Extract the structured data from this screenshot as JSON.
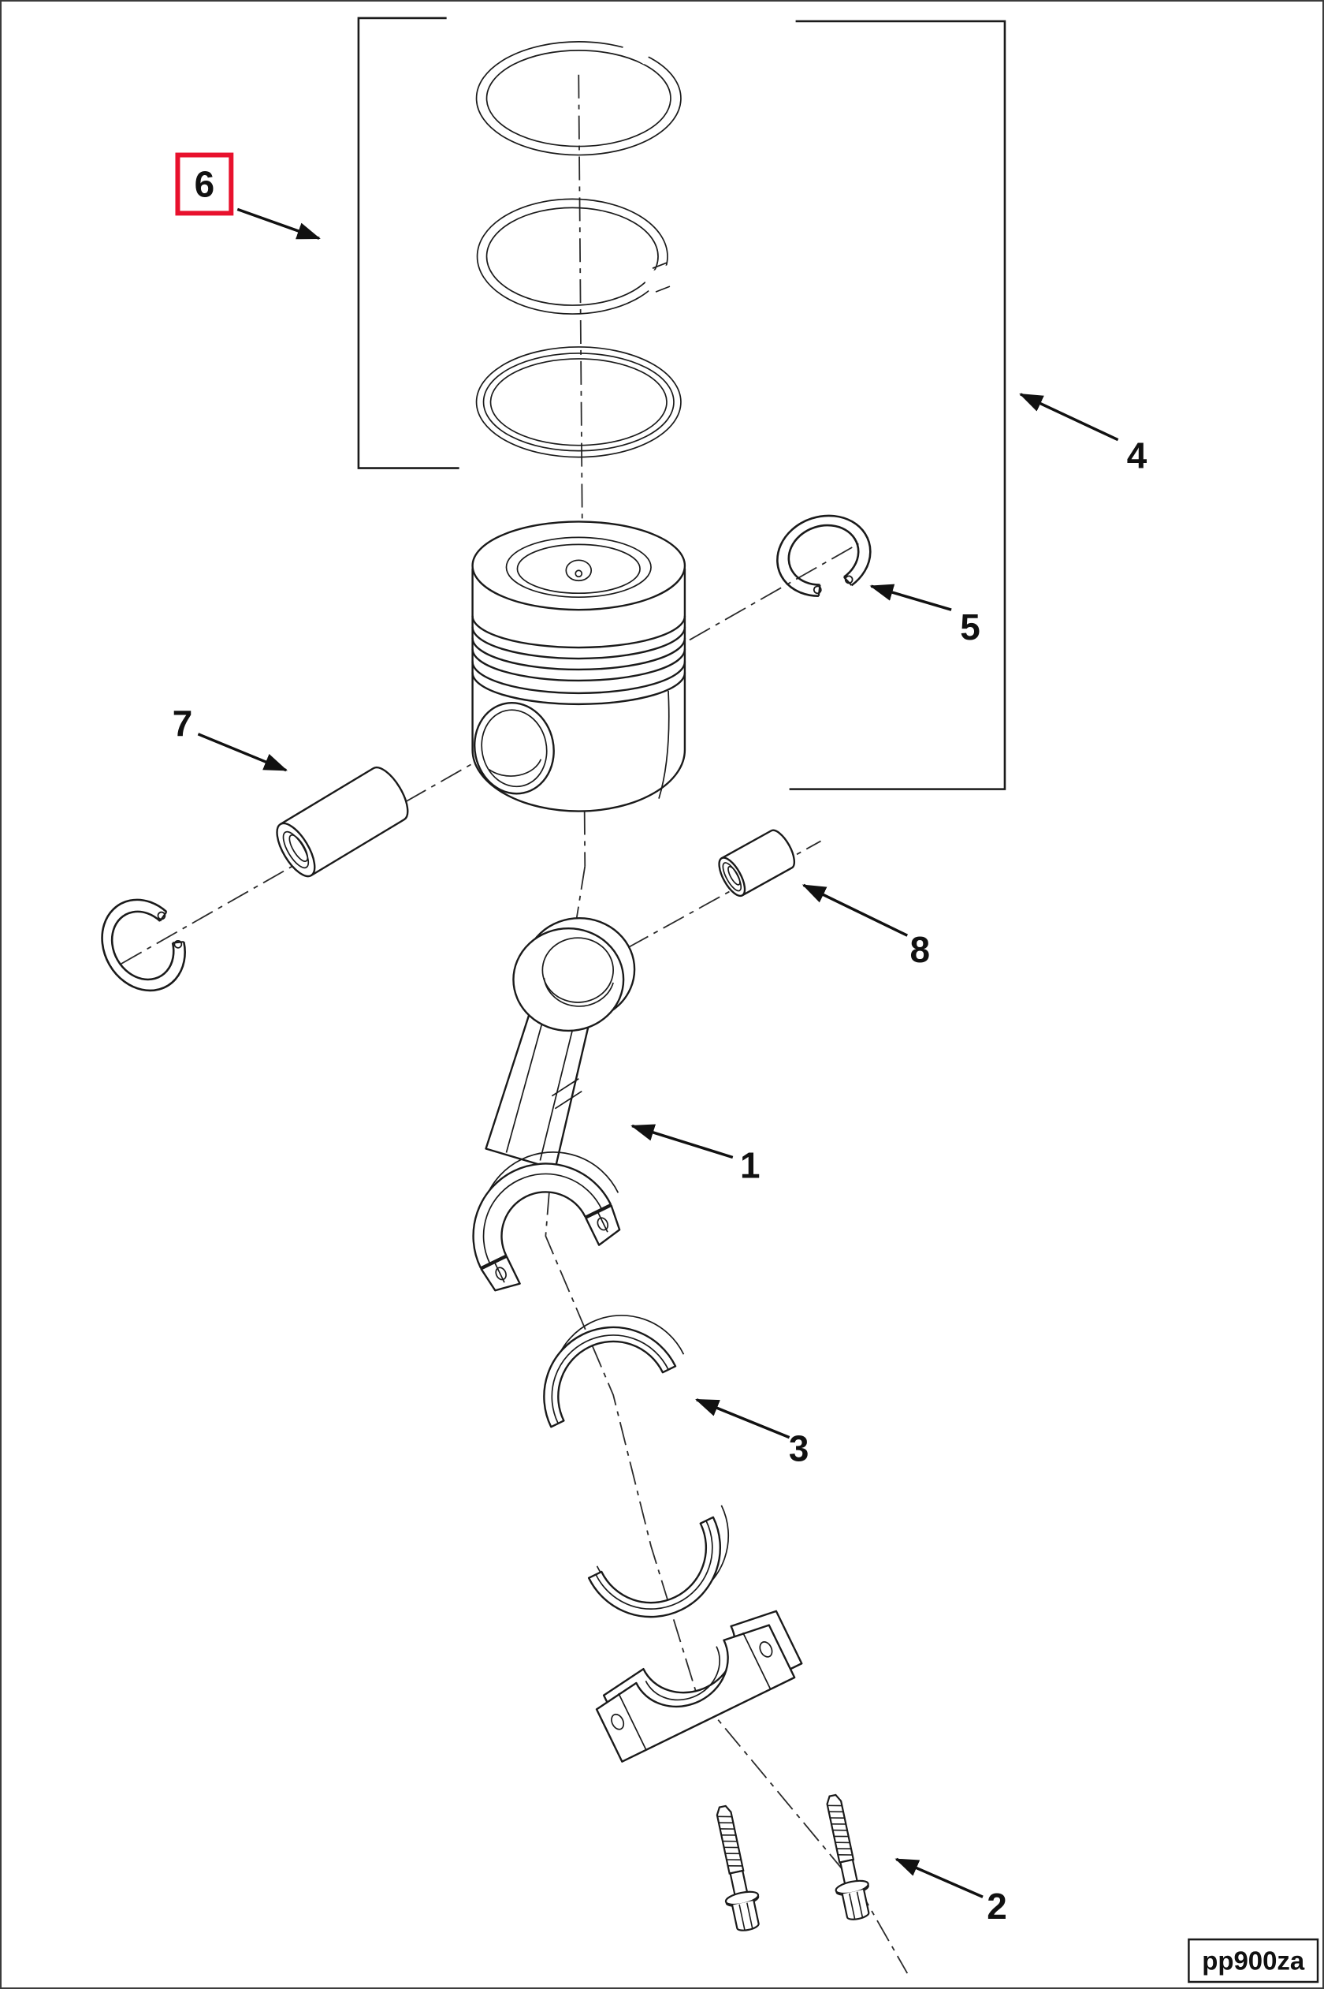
{
  "page": {
    "background": "#ffffff",
    "border_color": "#3c3c3c"
  },
  "colors": {
    "line": "#1a1a1a",
    "label": "#111111",
    "highlight_box": "#e8112d",
    "centerline": "#2a2a2a"
  },
  "callouts": {
    "c1": {
      "label": "1",
      "points_to": "connecting-rod",
      "highlighted": false
    },
    "c2": {
      "label": "2",
      "points_to": "rod-bolts",
      "highlighted": false
    },
    "c3": {
      "label": "3",
      "points_to": "upper-bearing-shell",
      "highlighted": false
    },
    "c4": {
      "label": "4",
      "points_to": "piston-assembly-group",
      "highlighted": false
    },
    "c5": {
      "label": "5",
      "points_to": "pin-retaining-ring",
      "highlighted": false
    },
    "c6": {
      "label": "6",
      "points_to": "piston-ring-set",
      "highlighted": true
    },
    "c7": {
      "label": "7",
      "points_to": "piston-pin",
      "highlighted": false
    },
    "c8": {
      "label": "8",
      "points_to": "pin-bushing",
      "highlighted": false
    }
  },
  "footer": {
    "drawing_code": "pp900za"
  }
}
